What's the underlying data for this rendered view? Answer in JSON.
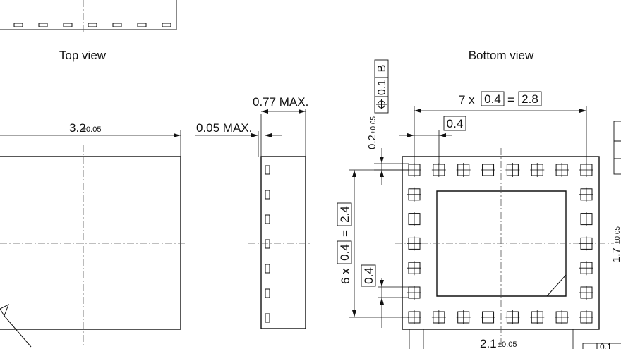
{
  "views": {
    "top_view_label": "Top view",
    "bottom_view_label": "Bottom view"
  },
  "dimensions": {
    "top_width_value": "3.2",
    "top_width_tol": "±0.05",
    "side_max_height": "0.77 MAX.",
    "side_standoff": "0.05 MAX.",
    "pitch_count_horizontal": "7 x",
    "pitch_value": "0.4",
    "pitch_equals": "=",
    "pitch_total_horizontal": "2.8",
    "single_pitch": "0.4",
    "corner_offset_value": "0.2",
    "corner_offset_tol": "±0.05",
    "pitch_count_vertical": "6 x",
    "pitch_total_vertical": "2.4",
    "pad_width_vertical": "0.4",
    "bottom_pad_width_value": "2.1",
    "bottom_pad_width_tol": "±0.05",
    "right_pad_height_value": "1.7",
    "right_pad_height_tol": "±0.05",
    "right_partial_box_value": "0.1"
  },
  "tolerance_frame": {
    "value": "0.1",
    "datum": "B",
    "symbol": "position"
  },
  "colors": {
    "line": "#111111",
    "background": "#ffffff"
  }
}
